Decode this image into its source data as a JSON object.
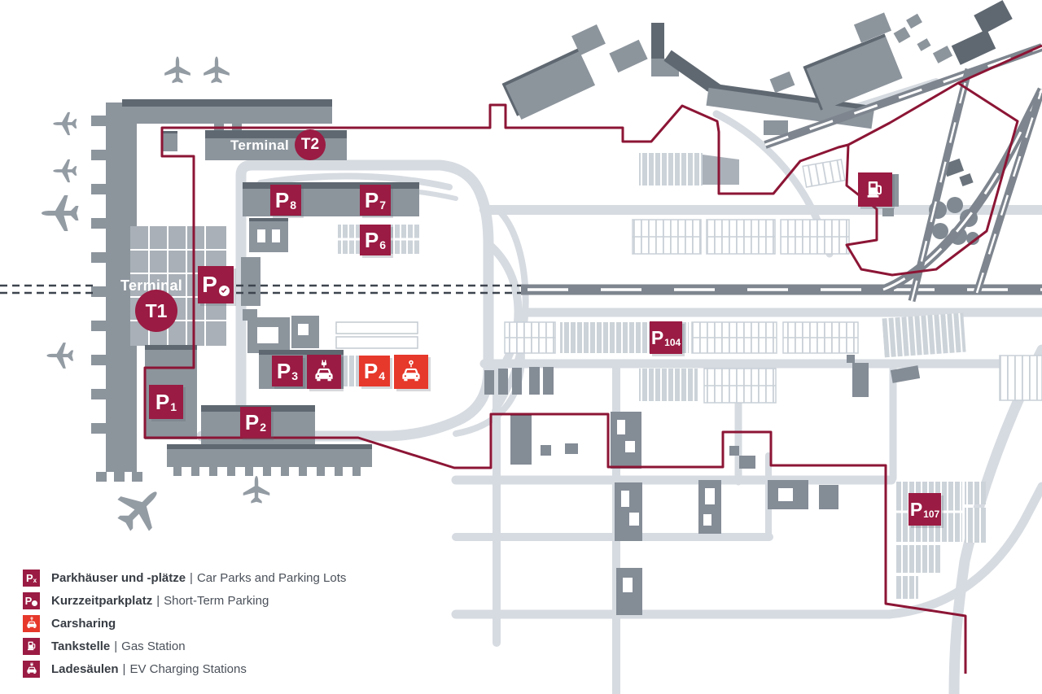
{
  "map": {
    "terminal_t1": {
      "label": "Terminal",
      "code": "T1"
    },
    "terminal_t2": {
      "label": "Terminal",
      "code": "T2"
    },
    "badges": {
      "p1": {
        "letter": "P",
        "sub": "1"
      },
      "p2": {
        "letter": "P",
        "sub": "2"
      },
      "p3": {
        "letter": "P",
        "sub": "3"
      },
      "p4": {
        "letter": "P",
        "sub": "4"
      },
      "p6": {
        "letter": "P",
        "sub": "6"
      },
      "p7": {
        "letter": "P",
        "sub": "7"
      },
      "p8": {
        "letter": "P",
        "sub": "8"
      },
      "p104": {
        "letter": "P",
        "sub": "104"
      },
      "p107": {
        "letter": "P",
        "sub": "107"
      },
      "po": {
        "letter": "P"
      }
    },
    "icons": {
      "gas_station": "gas-pump-icon",
      "ev_charging": "car-with-plug-icon",
      "carsharing": "car-with-location-pin-icon",
      "short_term": "parking-disc-icon",
      "airplane": "airplane-icon"
    }
  },
  "legend": {
    "items": [
      {
        "icon_letter": "P",
        "icon_sub": "x",
        "de": "Parkhäuser und -plätze",
        "sep": "|",
        "en": "Car Parks and Parking Lots"
      },
      {
        "icon_letter": "P",
        "de": "Kurzzeitparkplatz",
        "sep": "|",
        "en": "Short-Term Parking"
      },
      {
        "de": "Carsharing",
        "sep": "",
        "en": ""
      },
      {
        "de": "Tankstelle",
        "sep": "|",
        "en": "Gas Station"
      },
      {
        "de": "Ladesäulen",
        "sep": "|",
        "en": "EV Charging Stations"
      }
    ]
  },
  "colors": {
    "badge_dark_red": "#9a1b43",
    "route_red": "#8c1535",
    "accent_red": "#e6382b",
    "building_gray": "#8c949c",
    "building_dark": "#5f6871",
    "road_gray": "#d6dbe1",
    "parking_gray": "#ccd3d9"
  }
}
